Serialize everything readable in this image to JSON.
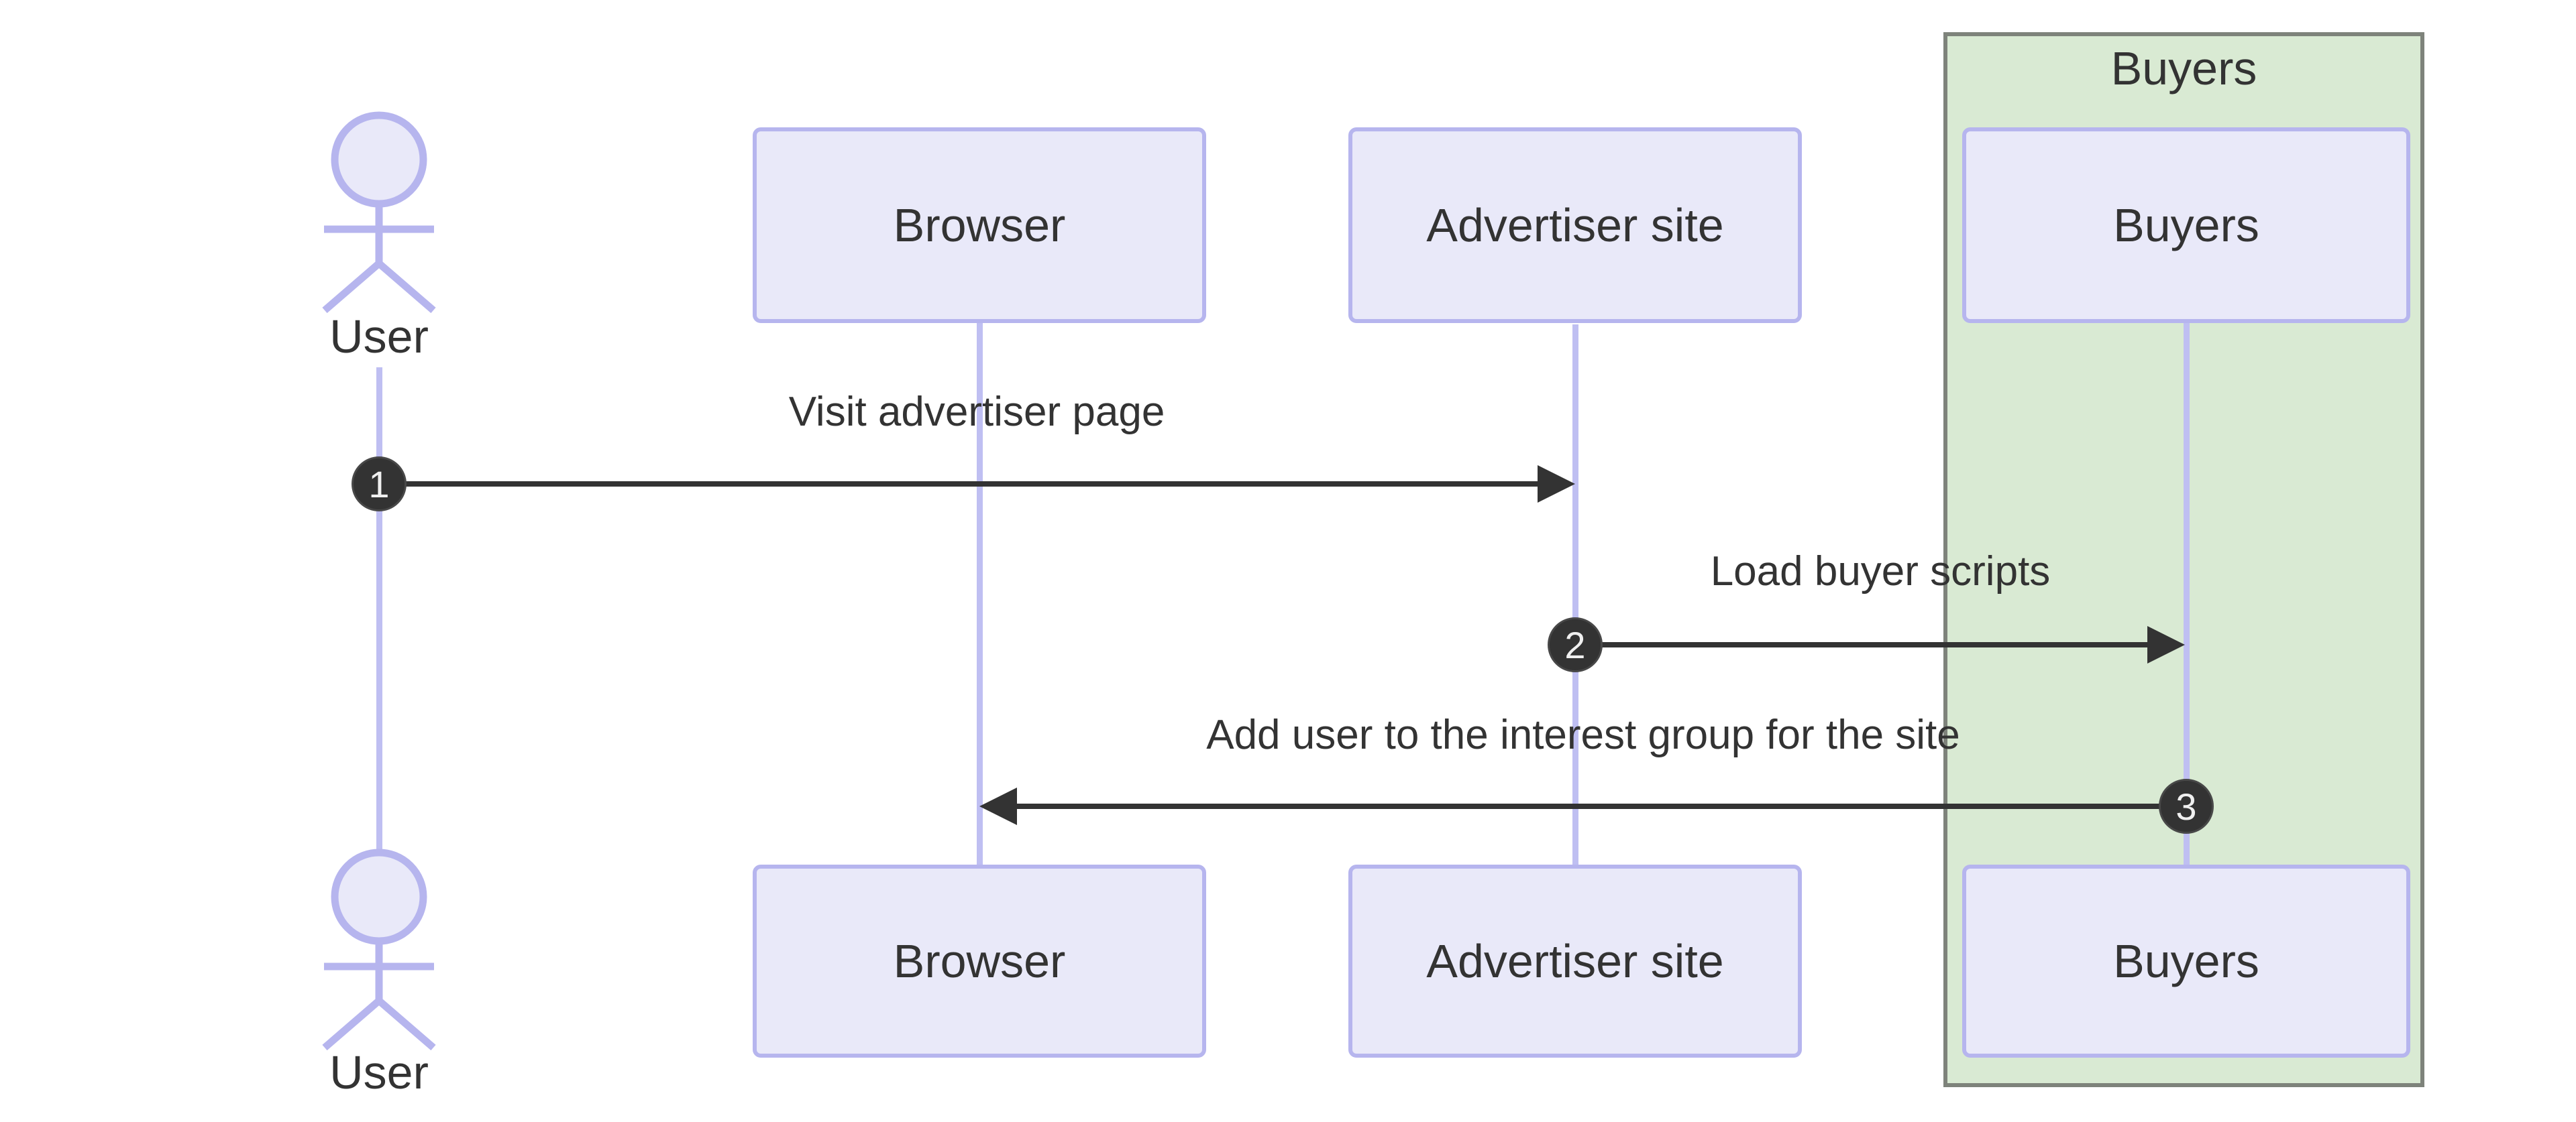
{
  "diagram_type": "sequence",
  "group": {
    "label": "Buyers"
  },
  "actors": {
    "top_label": "User",
    "bottom_label": "User"
  },
  "participants": [
    {
      "id": "browser",
      "label": "Browser"
    },
    {
      "id": "advertiser-site",
      "label": "Advertiser site"
    },
    {
      "id": "buyers",
      "label": "Buyers"
    }
  ],
  "messages": [
    {
      "seq": "1",
      "text": "Visit advertiser page",
      "from": "User",
      "to": "Advertiser site"
    },
    {
      "seq": "2",
      "text": "Load buyer scripts",
      "from": "Advertiser site",
      "to": "Buyers"
    },
    {
      "seq": "3",
      "text": "Add user to the interest group for the site",
      "from": "Buyers",
      "to": "Browser"
    }
  ],
  "colors": {
    "participant_fill": "#e9e9f9",
    "participant_border": "#b6b5ee",
    "lifeline": "#bfbff2",
    "group_fill": "#d9ead3",
    "group_border": "#7e837b",
    "message_line": "#333333",
    "badge_fill": "#333333",
    "badge_text": "#f0f0f0",
    "label_text": "#333333"
  }
}
